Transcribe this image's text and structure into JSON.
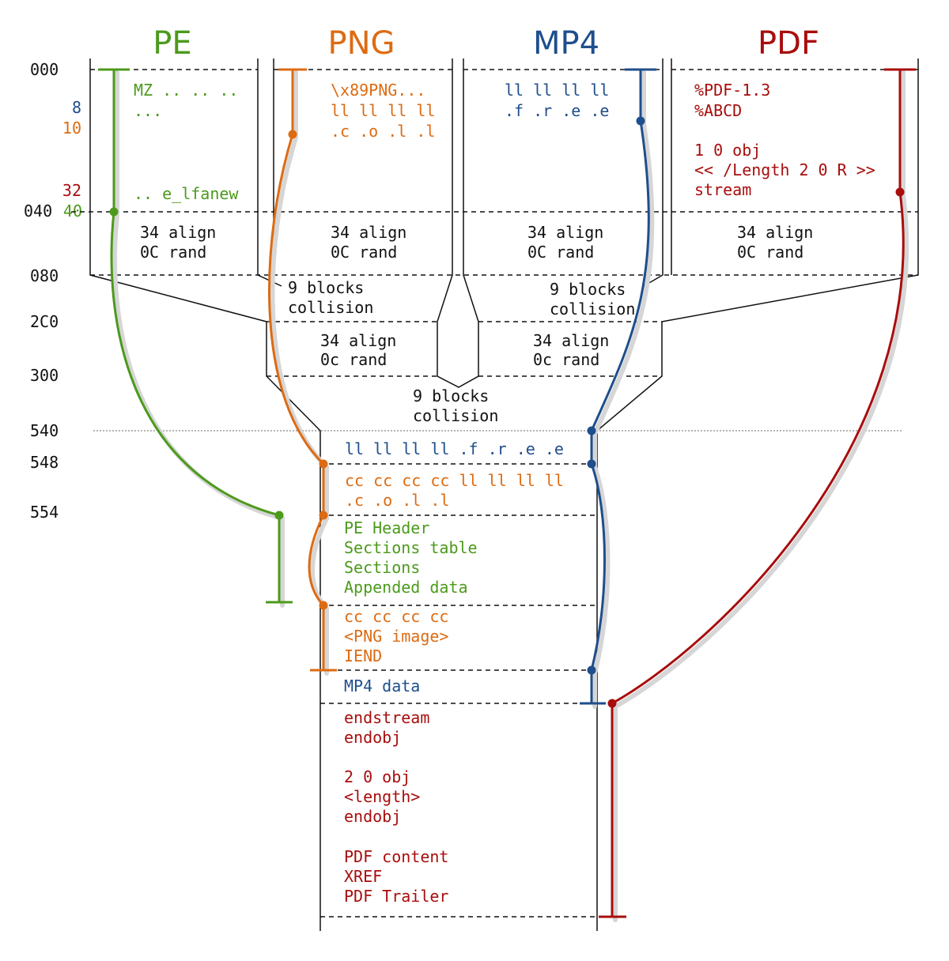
{
  "colors": {
    "pe": "#4c9a1c",
    "png": "#dd6b12",
    "mp4": "#1f4e8c",
    "pdf": "#a80d0d",
    "ink": "#111111",
    "shadow": "#cfcfcf"
  },
  "headers": {
    "pe": "PE",
    "png": "PNG",
    "mp4": "MP4",
    "pdf": "PDF"
  },
  "offsets": {
    "o000": "000",
    "o8": "8",
    "o10": "10",
    "o32": "32",
    "o040": "040",
    "o40": "40",
    "o080": "080",
    "o2c0": "2C0",
    "o300": "300",
    "o540": "540",
    "o548": "548",
    "o554": "554"
  },
  "pe": {
    "line1": "MZ .. .. ..",
    "line2": "...",
    "line3": ".. e_lfanew"
  },
  "png": {
    "line1": "\\x89PNG...",
    "line2": "ll ll ll ll",
    "line3": ".c .o .l .l"
  },
  "mp4": {
    "line1": "ll ll ll ll",
    "line2": ".f .r .e .e"
  },
  "pdf": {
    "line1": "%PDF-1.3",
    "line2": "%ABCD",
    "line3": "1 0 obj",
    "line4": "<< /Length 2 0 R >>",
    "line5": "stream"
  },
  "align_blocks": {
    "align": "34 align",
    "rand_upper": "0C rand",
    "rand_lower": "0c rand"
  },
  "collisions": {
    "l1": "9 blocks",
    "l2": "collision"
  },
  "merged": {
    "mp4_free": "ll ll ll ll .f .r .e .e",
    "png_chunk1": "cc cc cc cc ll ll ll ll",
    "png_chunk2": ".c .o .l .l",
    "pe1": "PE Header",
    "pe2": "Sections table",
    "pe3": "Sections",
    "pe4": "Appended data",
    "png3": "cc cc cc cc",
    "png4": "<PNG image>",
    "png5": "IEND",
    "mp4data": "MP4 data",
    "pdf1": "endstream",
    "pdf2": "endobj",
    "pdf3": "2 0 obj",
    "pdf4": "<length>",
    "pdf5": "endobj",
    "pdf6": "PDF content",
    "pdf7": "XREF",
    "pdf8": "PDF Trailer"
  }
}
